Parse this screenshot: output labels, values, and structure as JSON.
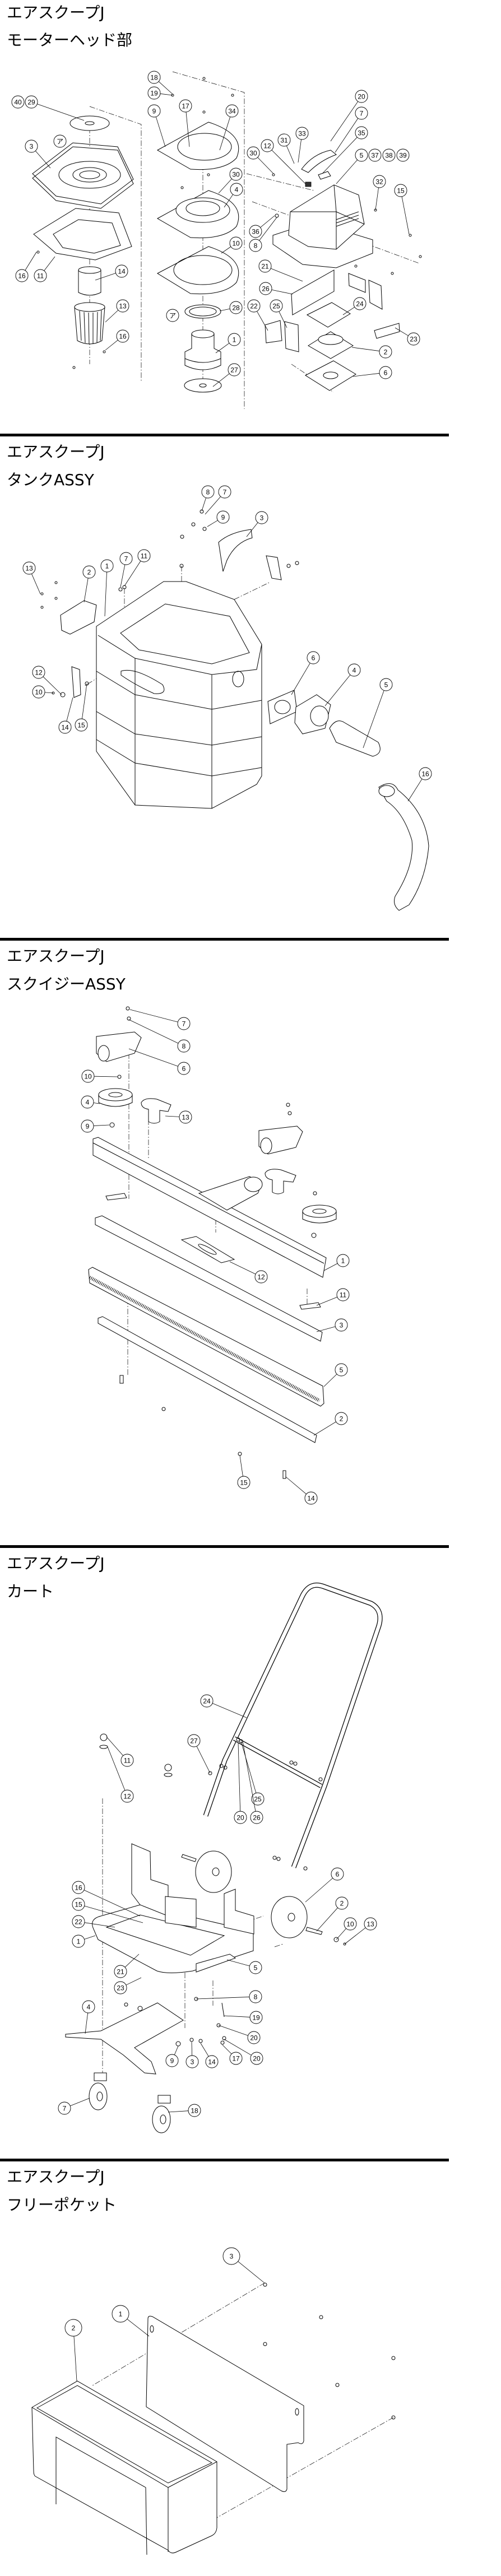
{
  "document": {
    "sections": [
      {
        "title": "エアスクープJ",
        "subtitle": "モーターヘッド部",
        "callouts": [
          "18",
          "19",
          "40",
          "29",
          "9",
          "17",
          "34",
          "20",
          "7",
          "35",
          "33",
          "31",
          "12",
          "30",
          "3",
          "ア",
          "5",
          "37",
          "38",
          "39",
          "30",
          "4",
          "32",
          "15",
          "36",
          "8",
          "10",
          "21",
          "16",
          "11",
          "14",
          "26",
          "24",
          "22",
          "25",
          "13",
          "28",
          "ア",
          "23",
          "16",
          "1",
          "2",
          "27",
          "6"
        ]
      },
      {
        "title": "エアスクープJ",
        "subtitle": "タンクASSY",
        "callouts": [
          "8",
          "7",
          "9",
          "3",
          "13",
          "2",
          "1",
          "7",
          "11",
          "12",
          "10",
          "14",
          "15",
          "6",
          "4",
          "5",
          "16"
        ]
      },
      {
        "title": "エアスクープJ",
        "subtitle": "スクイジーASSY",
        "callouts": [
          "7",
          "8",
          "6",
          "10",
          "4",
          "13",
          "9",
          "1",
          "12",
          "11",
          "3",
          "5",
          "2",
          "15",
          "14"
        ]
      },
      {
        "title": "エアスクープJ",
        "subtitle": "カート",
        "callouts": [
          "24",
          "27",
          "11",
          "12",
          "25",
          "20",
          "26",
          "6",
          "16",
          "15",
          "2",
          "10",
          "13",
          "22",
          "1",
          "5",
          "21",
          "23",
          "8",
          "4",
          "19",
          "20",
          "9",
          "3",
          "14",
          "17",
          "20",
          "7",
          "18"
        ]
      },
      {
        "title": "エアスクープJ",
        "subtitle": "フリーポケット",
        "callouts": [
          "3",
          "1",
          "2"
        ]
      }
    ]
  }
}
